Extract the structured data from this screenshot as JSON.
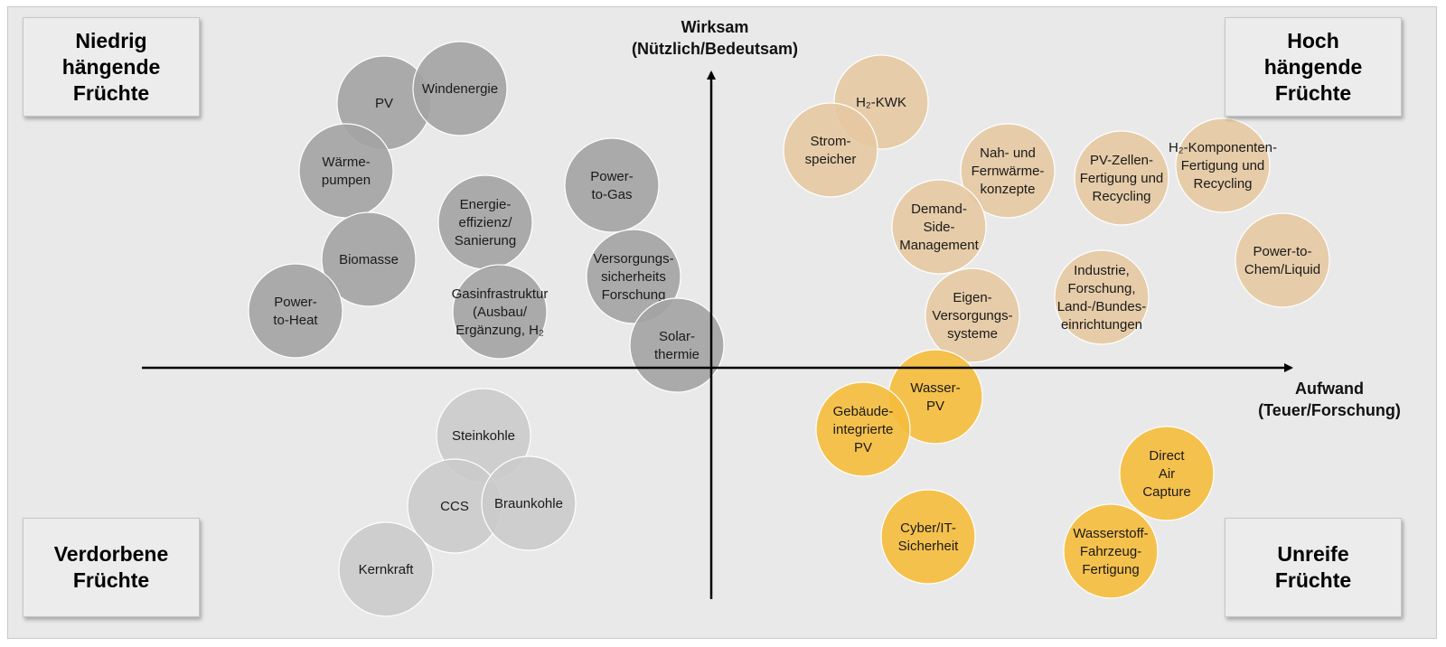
{
  "quadrants": {
    "top_left": "Niedrig\nhängende\nFrüchte",
    "top_right": "Hoch\nhängende\nFrüchte",
    "bottom_left": "Verdorbene\nFrüchte",
    "bottom_right": "Unreife\nFrüchte"
  },
  "axes": {
    "y_title": "Wirksam",
    "y_subtitle": "(Nützlich/Bedeutsam)",
    "x_title": "Aufwand",
    "x_subtitle": "(Teuer/Forschung)"
  },
  "colors": {
    "dark_gray": "#a3a3a3",
    "light_gray": "#cbcbcb",
    "tan": "#e5c9a2",
    "yellow": "#f6bd3c"
  },
  "bubbles": [
    {
      "id": "pv",
      "lines": [
        "PV"
      ],
      "color": "dark_gray"
    },
    {
      "id": "windenergie",
      "lines": [
        "Windenergie"
      ],
      "color": "dark_gray"
    },
    {
      "id": "waermepumpen",
      "lines": [
        "Wärme-",
        "pumpen"
      ],
      "color": "dark_gray"
    },
    {
      "id": "biomasse",
      "lines": [
        "Biomasse"
      ],
      "color": "dark_gray"
    },
    {
      "id": "power-to-heat",
      "lines": [
        "Power-",
        "to-Heat"
      ],
      "color": "dark_gray"
    },
    {
      "id": "energieeffizienz",
      "lines": [
        "Energie-",
        "effizienz/",
        "Sanierung"
      ],
      "color": "dark_gray"
    },
    {
      "id": "gasinfrastruktur",
      "lines": [
        "Gasinfrastruktur",
        "(Ausbau/",
        "Ergänzung, H₂"
      ],
      "color": "dark_gray"
    },
    {
      "id": "power-to-gas",
      "lines": [
        "Power-",
        "to-Gas"
      ],
      "color": "dark_gray"
    },
    {
      "id": "versorgungssicherheit",
      "lines": [
        "Versorgungs-",
        "sicherheits",
        "Forschung"
      ],
      "color": "dark_gray"
    },
    {
      "id": "solarthermie",
      "lines": [
        "Solar-",
        "thermie"
      ],
      "color": "dark_gray"
    },
    {
      "id": "steinkohle",
      "lines": [
        "Steinkohle"
      ],
      "color": "light_gray"
    },
    {
      "id": "ccs",
      "lines": [
        "CCS"
      ],
      "color": "light_gray"
    },
    {
      "id": "braunkohle",
      "lines": [
        "Braunkohle"
      ],
      "color": "light_gray"
    },
    {
      "id": "kernkraft",
      "lines": [
        "Kernkraft"
      ],
      "color": "light_gray"
    },
    {
      "id": "h2-kwk",
      "lines": [
        "H₂-KWK"
      ],
      "color": "tan"
    },
    {
      "id": "stromspeicher",
      "lines": [
        "Strom-",
        "speicher"
      ],
      "color": "tan"
    },
    {
      "id": "nah-fernwaerme",
      "lines": [
        "Nah- und",
        "Fernwärme-",
        "konzepte"
      ],
      "color": "tan"
    },
    {
      "id": "demand-side",
      "lines": [
        "Demand-",
        "Side-",
        "Management"
      ],
      "color": "tan"
    },
    {
      "id": "pv-zellen",
      "lines": [
        "PV-Zellen-",
        "Fertigung und",
        "Recycling"
      ],
      "color": "tan"
    },
    {
      "id": "h2-komponenten",
      "lines": [
        "H₂-Komponenten-",
        "Fertigung und",
        "Recycling"
      ],
      "color": "tan"
    },
    {
      "id": "power-to-chem",
      "lines": [
        "Power-to-",
        "Chem/Liquid"
      ],
      "color": "tan"
    },
    {
      "id": "industrie",
      "lines": [
        "Industrie,",
        "Forschung,",
        "Land-/Bundes-",
        "einrichtungen"
      ],
      "color": "tan"
    },
    {
      "id": "eigenversorgung",
      "lines": [
        "Eigen-",
        "Versorgungs-",
        "systeme"
      ],
      "color": "tan"
    },
    {
      "id": "wasser-pv",
      "lines": [
        "Wasser-",
        "PV"
      ],
      "color": "yellow"
    },
    {
      "id": "gebaeude-pv",
      "lines": [
        "Gebäude-",
        "integrierte",
        "PV"
      ],
      "color": "yellow"
    },
    {
      "id": "direct-air-capture",
      "lines": [
        "Direct",
        "Air",
        "Capture"
      ],
      "color": "yellow"
    },
    {
      "id": "cyber-it",
      "lines": [
        "Cyber/IT-",
        "Sicherheit"
      ],
      "color": "yellow"
    },
    {
      "id": "wasserstoff-fahrzeug",
      "lines": [
        "Wasserstoff-",
        "Fahrzeug-",
        "Fertigung"
      ],
      "color": "yellow"
    }
  ]
}
